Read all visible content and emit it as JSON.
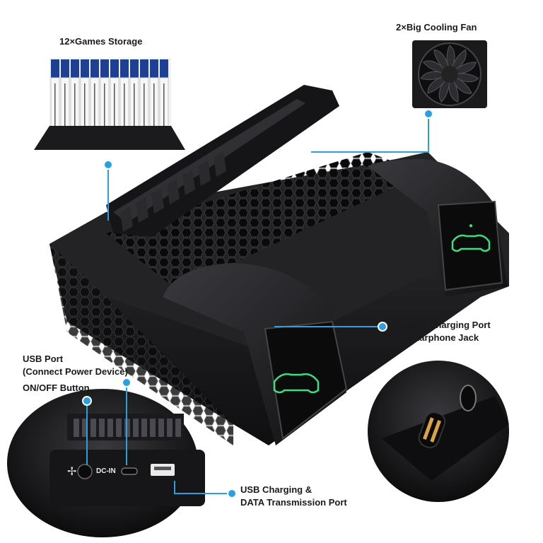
{
  "labels": {
    "games_storage": "12×Games Storage",
    "cooling_fan": "2×Big Cooling Fan",
    "charging_port_line1": "Durable Charging Port",
    "charging_port_line2": "with Earphone Jack",
    "usb_port_line1": "USB Port",
    "usb_port_line2": "(Connect Power Device)",
    "onoff": "ON/OFF Button",
    "usb_charging_line1": "USB Charging &",
    "usb_charging_line2": "DATA Transmission Port",
    "dc_in": "DC-IN"
  },
  "colors": {
    "accent": "#2aa0e0",
    "body": "#1c1c1e",
    "green_led": "#3ddc84",
    "case_blue": "#1d3f94"
  },
  "icons": [
    "controller-icon",
    "fan-icon",
    "power-icon",
    "usb-port-icon"
  ]
}
